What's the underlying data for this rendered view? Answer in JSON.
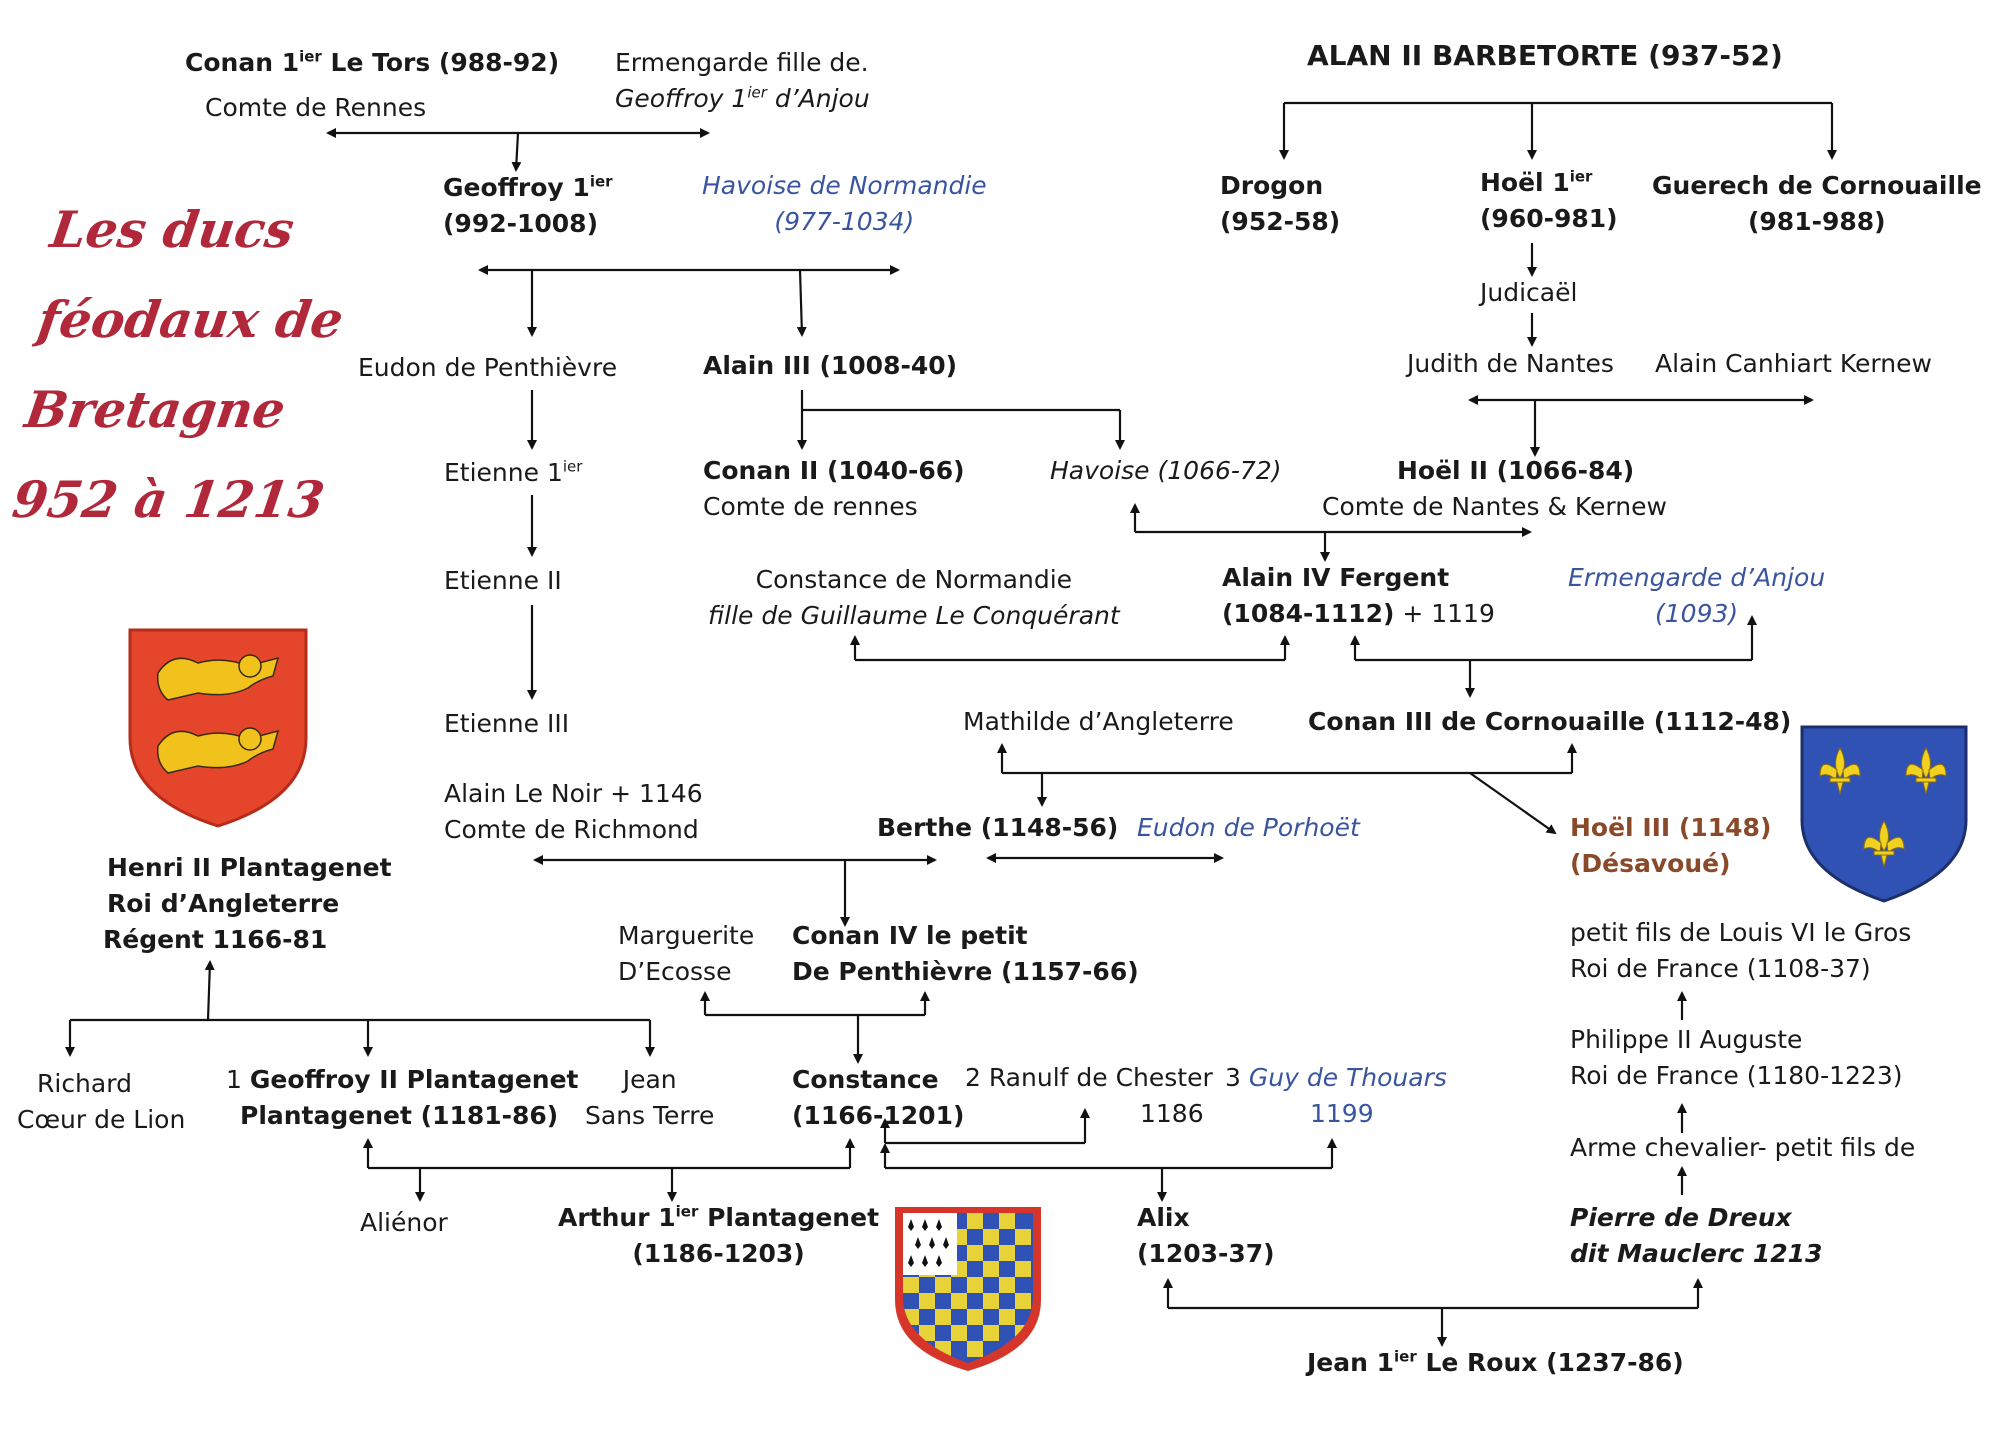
{
  "title": {
    "line1": "Les ducs",
    "line2": "féodaux de",
    "line3": "Bretagne",
    "line4": "952 à 1213"
  },
  "colors": {
    "title": "#b0283a",
    "blue_names": "#3a55a0",
    "brown_names": "#8a4a2a",
    "lines": "#111111"
  },
  "icons": {
    "normandy_shield": "two-gold-lions-on-red-shield-icon",
    "france_shield": "gold-fleur-de-lis-on-blue-shield-icon",
    "dreux_shield": "ermine-and-checky-shield-icon"
  },
  "people": {
    "conan1": {
      "name": "Conan 1",
      "sup": "ier",
      "rest": " Le Tors (988-92)",
      "title": "Comte de Rennes"
    },
    "ermengarde": {
      "line1": "Ermengarde  fille de.",
      "name": "Geoffroy 1",
      "sup": "ier",
      "rest": " d’Anjou"
    },
    "geoffroy1": {
      "name": "Geoffroy 1",
      "sup": "ier",
      "years": "(992-1008)"
    },
    "havoise_normandie": {
      "name": "Havoise de Normandie",
      "years": "(977-1034)"
    },
    "eudon_penthievre": {
      "name": "Eudon de Penthièvre"
    },
    "alain3": {
      "name": "Alain III (1008-40)"
    },
    "etienne1": {
      "name": "Etienne 1",
      "sup": "ier"
    },
    "etienne2": {
      "name": "Etienne II"
    },
    "etienne3": {
      "name": "Etienne III"
    },
    "alain_noir": {
      "name": "Alain Le Noir  + 1146",
      "title": "Comte de Richmond"
    },
    "conan2": {
      "name": "Conan II (1040-66)",
      "title": "Comte de rennes"
    },
    "havoise": {
      "name": "Havoise (1066-72)"
    },
    "alan2": {
      "name": "ALAN  II  BARBETORTE (937-52)"
    },
    "drogon": {
      "name": "Drogon",
      "years": "(952-58)"
    },
    "hoel1": {
      "name": "Hoël 1",
      "sup": "ier",
      "years": "(960-981)"
    },
    "guerech": {
      "name": "Guerech de Cornouaille",
      "years": "(981-988)"
    },
    "judicael": {
      "name": "Judicaël"
    },
    "judith": {
      "name": "Judith de Nantes"
    },
    "alain_canhiart": {
      "name": "Alain Canhiart  Kernew"
    },
    "hoel2": {
      "name": "Hoël II (1066-84)",
      "title": "Comte de Nantes & Kernew"
    },
    "constance_normandie": {
      "name": "Constance de Normandie",
      "title": "fille de Guillaume Le Conquérant"
    },
    "alain4": {
      "name": "Alain IV Fergent",
      "years": "(1084-1112)",
      "death": "  + 1119"
    },
    "ermengarde_anjou": {
      "name": "Ermengarde d’Anjou",
      "years": "(1093)"
    },
    "mathilde": {
      "name": "Mathilde d’Angleterre"
    },
    "conan3": {
      "name": "Conan III de Cornouaille (1112-48)"
    },
    "berthe": {
      "name": "Berthe (1148-56)"
    },
    "eudon_porhoet": {
      "name": "Eudon de Porhoët"
    },
    "hoel3": {
      "name": "Hoël III  (1148)",
      "title": "(Désavoué)"
    },
    "henri2": {
      "line1": "Henri II Plantagenet",
      "line2": "Roi d’Angleterre",
      "line3": "Régent 1166-81"
    },
    "marguerite": {
      "line1": "Marguerite",
      "line2": "D’Ecosse"
    },
    "conan4": {
      "line1": "Conan IV  le petit",
      "line2": "De Penthièvre (1157-66)"
    },
    "richard": {
      "line1": "Richard",
      "line2": "Cœur de Lion"
    },
    "geoffroy2": {
      "num": "1  ",
      "line1": "Geoffroy II Plantagenet",
      "line2": "Plantagenet (1181-86)"
    },
    "jean_sans_terre": {
      "line1": "Jean",
      "line2": "Sans Terre"
    },
    "constance": {
      "name": "Constance",
      "years": "(1166-1201)"
    },
    "ranulf": {
      "num": "2  ",
      "name": "Ranulf de Chester",
      "years": "1186"
    },
    "guy_thouars": {
      "num": "3  ",
      "name": "Guy de Thouars",
      "years": "1199"
    },
    "louis6": {
      "line1": "petit fils de Louis VI le Gros",
      "line2": "Roi de France (1108-37)"
    },
    "philippe2": {
      "line1": "Philippe II  Auguste",
      "line2": "Roi de France (1180-1223)"
    },
    "arme": {
      "line1": "Arme chevalier- petit fils de"
    },
    "pierre_dreux": {
      "line1": "Pierre de Dreux",
      "line2": "dit Mauclerc 1213"
    },
    "alienor": {
      "name": "Aliénor"
    },
    "arthur1": {
      "name": "Arthur 1",
      "sup": "ier",
      "rest": " Plantagenet",
      "years": "(1186-1203)"
    },
    "alix": {
      "name": "Alix",
      "years": "(1203-37)"
    },
    "jean1": {
      "name": "Jean 1",
      "sup": "ier",
      "rest": " Le Roux (1237-86)"
    }
  }
}
